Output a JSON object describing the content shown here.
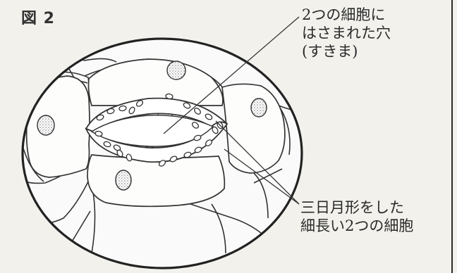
{
  "figure": {
    "title": "図 2",
    "labels": {
      "pore": [
        "2つの細胞に",
        "はさまれた穴",
        "(すきま)"
      ],
      "guard_cells": [
        "三日月形をした",
        "細長い2つの細胞"
      ]
    }
  }
}
